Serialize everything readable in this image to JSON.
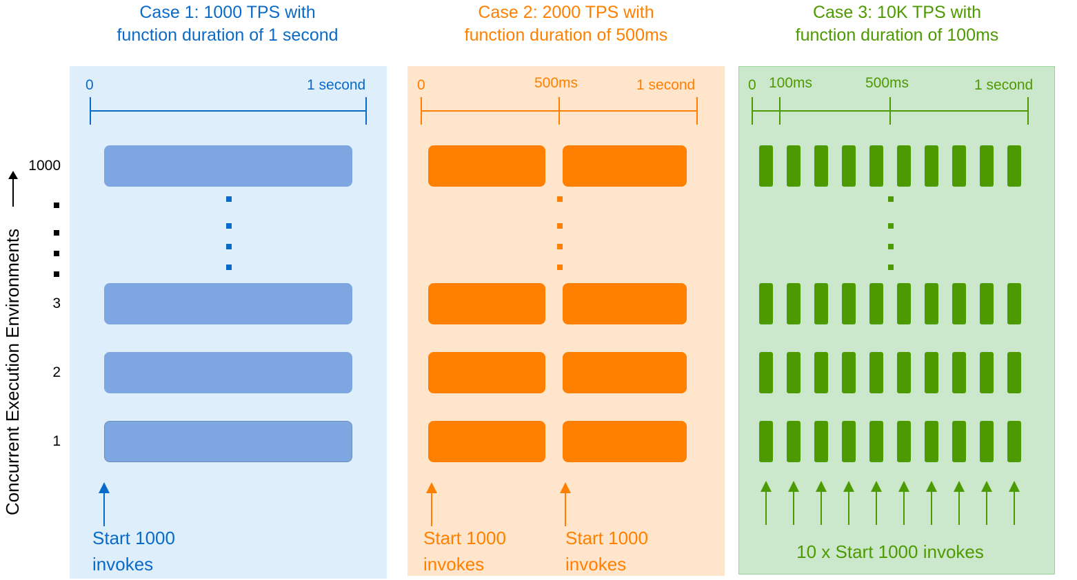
{
  "colors": {
    "blue": "#0a6ac8",
    "blue_bar": "#7ea6e0",
    "blue_bg": "#dfeefb",
    "orange": "#ff8000",
    "orange_bar": "#ff8000",
    "orange_bg": "#ffe5cc",
    "green": "#4d9900",
    "green_bar": "#4d9900",
    "green_bg": "#cce8cc",
    "green_border": "#99d699"
  },
  "y_axis": {
    "title": "Concurrent Execution Environments",
    "labels": [
      "1000",
      "3",
      "2",
      "1"
    ]
  },
  "cases": [
    {
      "title_line1": "Case 1: 1000 TPS with",
      "title_line2": "function duration of 1 second",
      "ticks": [
        "0",
        "1 second"
      ],
      "start_labels": [
        {
          "line1": "Start 1000",
          "line2": "invokes"
        }
      ]
    },
    {
      "title_line1": "Case 2: 2000 TPS with",
      "title_line2": "function duration of 500ms",
      "ticks": [
        "0",
        "500ms",
        "1 second"
      ],
      "start_labels": [
        {
          "line1": "Start 1000",
          "line2": "invokes"
        },
        {
          "line1": "Start 1000",
          "line2": "invokes"
        }
      ]
    },
    {
      "title_line1": "Case 3: 10K TPS with",
      "title_line2": "function duration of 100ms",
      "ticks": [
        "0",
        "100ms",
        "500ms",
        "1 second"
      ],
      "start_labels": [
        {
          "line1": "10 x Start 1000 invokes"
        }
      ]
    }
  ]
}
